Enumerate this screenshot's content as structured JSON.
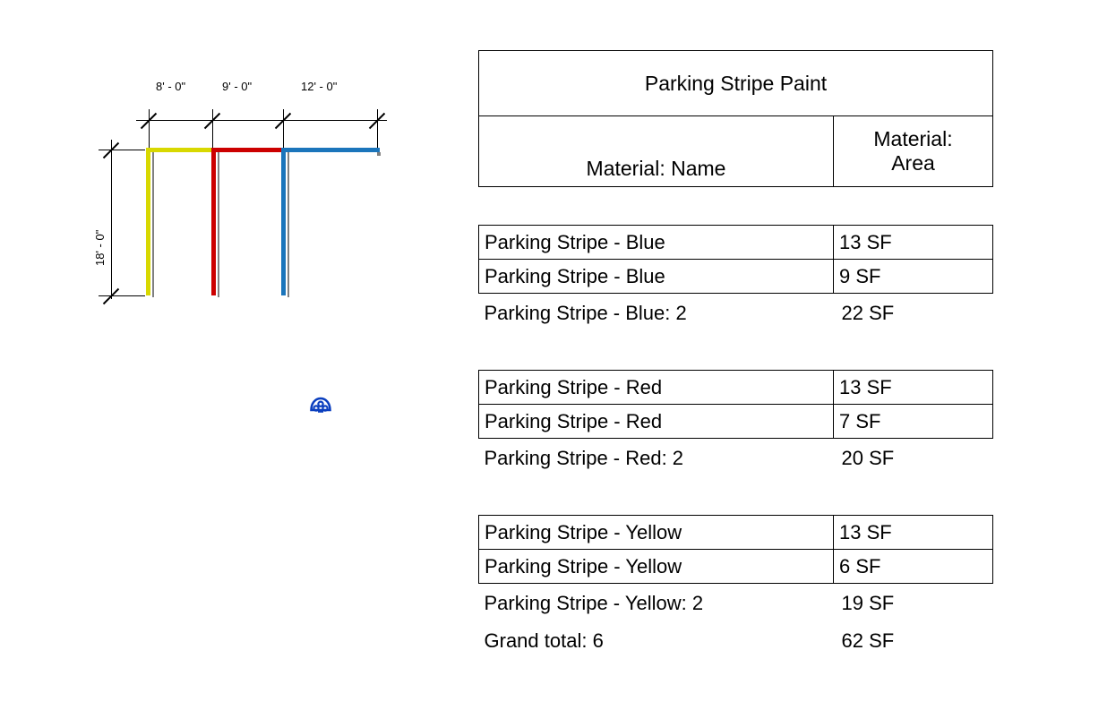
{
  "drawing": {
    "horizontal_dimensions": [
      {
        "label": "8' - 0\"",
        "value_ft": 8
      },
      {
        "label": "9' - 0\"",
        "value_ft": 9
      },
      {
        "label": "12' - 0\"",
        "value_ft": 12
      }
    ],
    "vertical_dimension": {
      "label": "18' - 0\"",
      "value_ft": 18
    },
    "stripes": [
      {
        "name": "Parking Stripe - Yellow",
        "color": "#D8D800"
      },
      {
        "name": "Parking Stripe - Red",
        "color": "#CC0000"
      },
      {
        "name": "Parking Stripe - Blue",
        "color": "#1B75BB"
      }
    ],
    "shadow_color": "#808080",
    "reference_marker": {
      "icon": "elevation-reference-marker-icon",
      "color": "#0B3FBF"
    }
  },
  "schedule": {
    "title": "Parking Stripe Paint",
    "columns": [
      {
        "header": "Material: Name"
      },
      {
        "header": "Material:\nArea"
      }
    ],
    "column_headers": {
      "name": "Material: Name",
      "area_line1": "Material:",
      "area_line2": "Area"
    },
    "groups": [
      {
        "key": "blue",
        "rows": [
          {
            "name": "Parking Stripe - Blue",
            "area": "13 SF"
          },
          {
            "name": "Parking Stripe - Blue",
            "area": "9 SF"
          }
        ],
        "subtotal": {
          "name": "Parking Stripe - Blue: 2",
          "area": "22 SF"
        }
      },
      {
        "key": "red",
        "rows": [
          {
            "name": "Parking Stripe - Red",
            "area": "13 SF"
          },
          {
            "name": "Parking Stripe - Red",
            "area": "7 SF"
          }
        ],
        "subtotal": {
          "name": "Parking Stripe - Red: 2",
          "area": "20 SF"
        }
      },
      {
        "key": "yellow",
        "rows": [
          {
            "name": "Parking Stripe - Yellow",
            "area": "13 SF"
          },
          {
            "name": "Parking Stripe - Yellow",
            "area": "6 SF"
          }
        ],
        "subtotal": {
          "name": "Parking Stripe - Yellow: 2",
          "area": "19 SF"
        }
      }
    ],
    "grand_total": {
      "name": "Grand total: 6",
      "area": "62 SF"
    }
  }
}
